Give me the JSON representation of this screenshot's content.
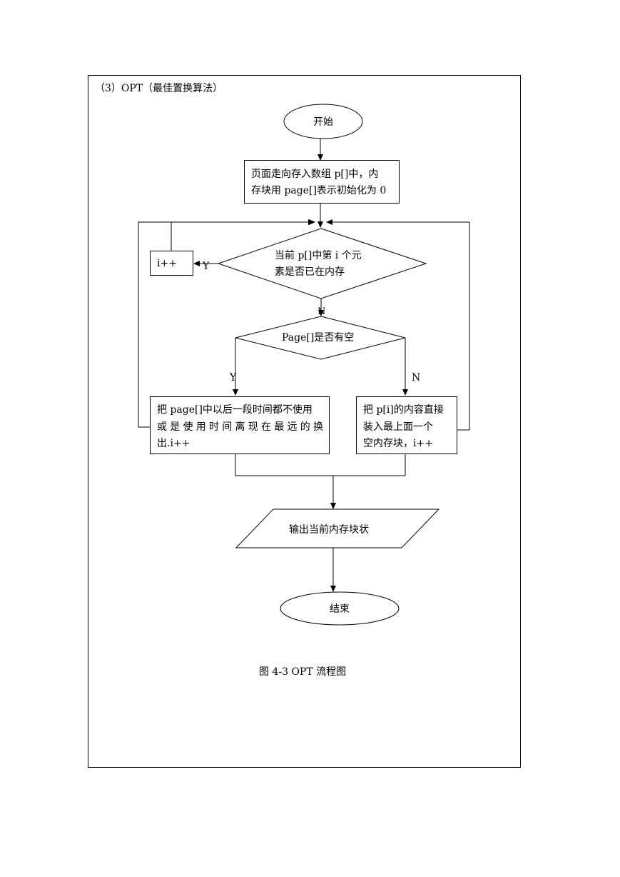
{
  "section_heading": "（3）OPT（最佳置换算法）",
  "nodes": {
    "start": "开始",
    "init": [
      "页面走向存入数组 p[]中，内",
      "存块用 page[]表示初始化为 0"
    ],
    "check_in_memory": [
      "当前 p[]中第 i 个元",
      "素是否已在内存"
    ],
    "increment": "i++",
    "check_empty": "Page[]是否有空",
    "replace": [
      "把 page[]中以后一段时间都不使用",
      "或是使用时间离现在最远的换",
      "出.i++"
    ],
    "load_empty": [
      "把 p[i]的内容直接",
      "装入最上面一个",
      "空内存块，i++"
    ],
    "output": "输出当前内存块状",
    "end": "结束"
  },
  "edge_labels": {
    "in_memory_yes": "Y",
    "in_memory_no": "N",
    "empty_yes": "Y",
    "empty_no": "N"
  },
  "caption": "图 4-3 OPT  流程图"
}
